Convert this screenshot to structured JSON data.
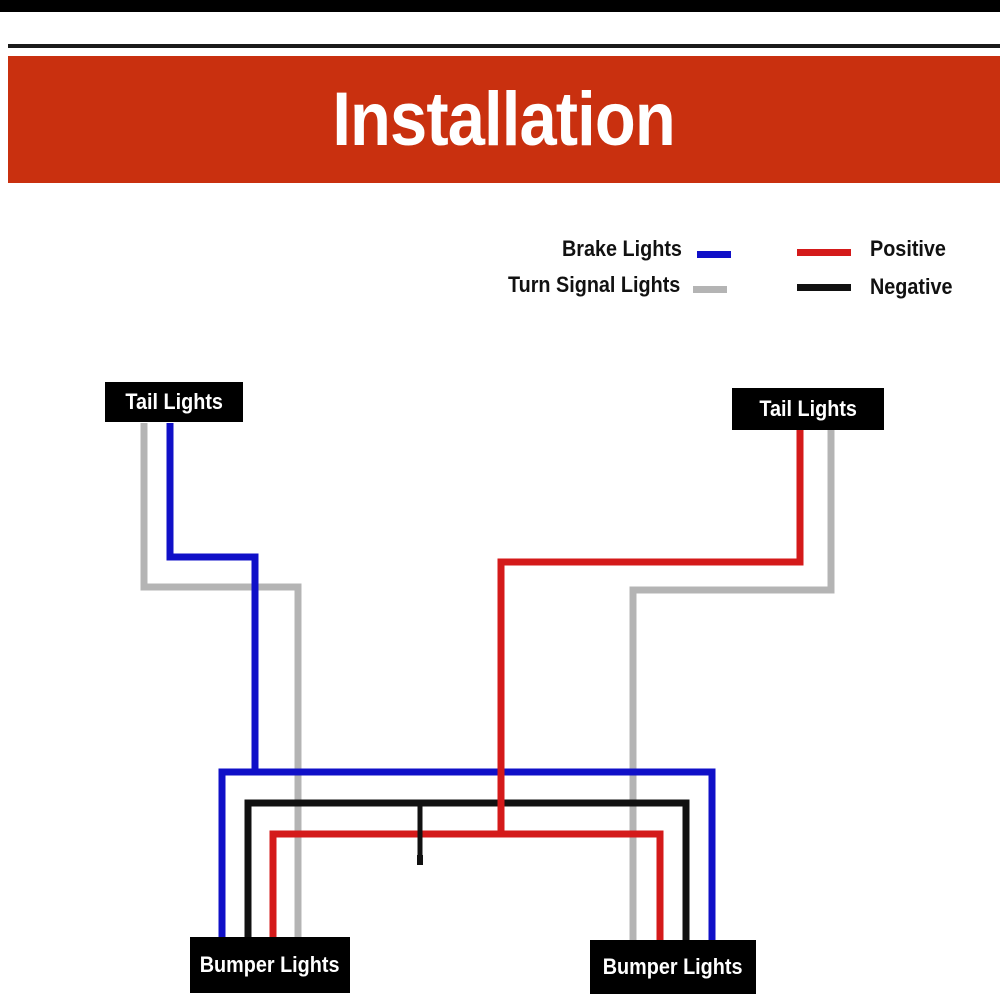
{
  "title": "Installation",
  "legend": {
    "brake": "Brake Lights",
    "turn": "Turn Signal Lights",
    "positive": "Positive",
    "negative": "Negative"
  },
  "boxes": {
    "tail_left": "Tail Lights",
    "tail_right": "Tail Lights",
    "bumper_left": "Bumper Lights",
    "bumper_right": "Bumper Lights"
  },
  "colors": {
    "banner": "#c9300f",
    "brake": "#1010c8",
    "turn": "#b4b4b4",
    "positive": "#d41a1a",
    "negative": "#111111"
  }
}
